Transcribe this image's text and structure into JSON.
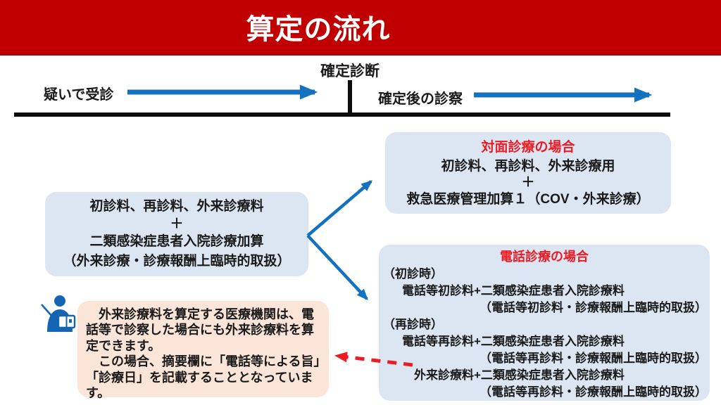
{
  "header": {
    "title": "算定の流れ"
  },
  "timeline": {
    "top_label": "確定診断",
    "left_label": "疑いで受診",
    "right_label": "確定後の診察"
  },
  "left_box": {
    "line1": "初診料、再診料、外来診療料",
    "line2": "＋",
    "line3": "二類感染症患者入院診療加算",
    "line4": "（外来診療・診療報酬上臨時的取扱）"
  },
  "face_box": {
    "title": "対面診療の場合",
    "line1": "初診料、再診料、外来診療用",
    "line2": "＋",
    "line3": "救急医療管理加算１（COV・外来診療）"
  },
  "phone_box": {
    "title": "電話診療の場合",
    "line1": "（初診時）",
    "line2": "電話等初診料+二類感染症患者入院診療料",
    "line3": "（電話等初診料・診療報酬上臨時的取扱）",
    "line4": "（再診時）",
    "line5": "電話等再診料+二類感染症患者入院診療料",
    "line6": "（電話等再診料・診療報酬上臨時的取扱）",
    "line7": "外来診療料+二類感染症患者入院診療料",
    "line8": "（電話等再診料・診療報酬上臨時的取扱）"
  },
  "note_box": {
    "para1": "　外来診療料を算定する医療機関は、電話等で診察した場合にも外来診療料を算定できます。",
    "para2": "　この場合、摘要欄に「電話等による旨」「診療日」を記載することとなっています。"
  },
  "icons": {
    "presenter": "presenter-icon"
  },
  "colors": {
    "header_bg": "#c00000",
    "box_blue": "#dce6f2",
    "box_orange": "#fbe5d8",
    "arrow_blue": "#1272c0",
    "accent_red": "#ed1c24",
    "line_black": "#0d0d0d"
  }
}
